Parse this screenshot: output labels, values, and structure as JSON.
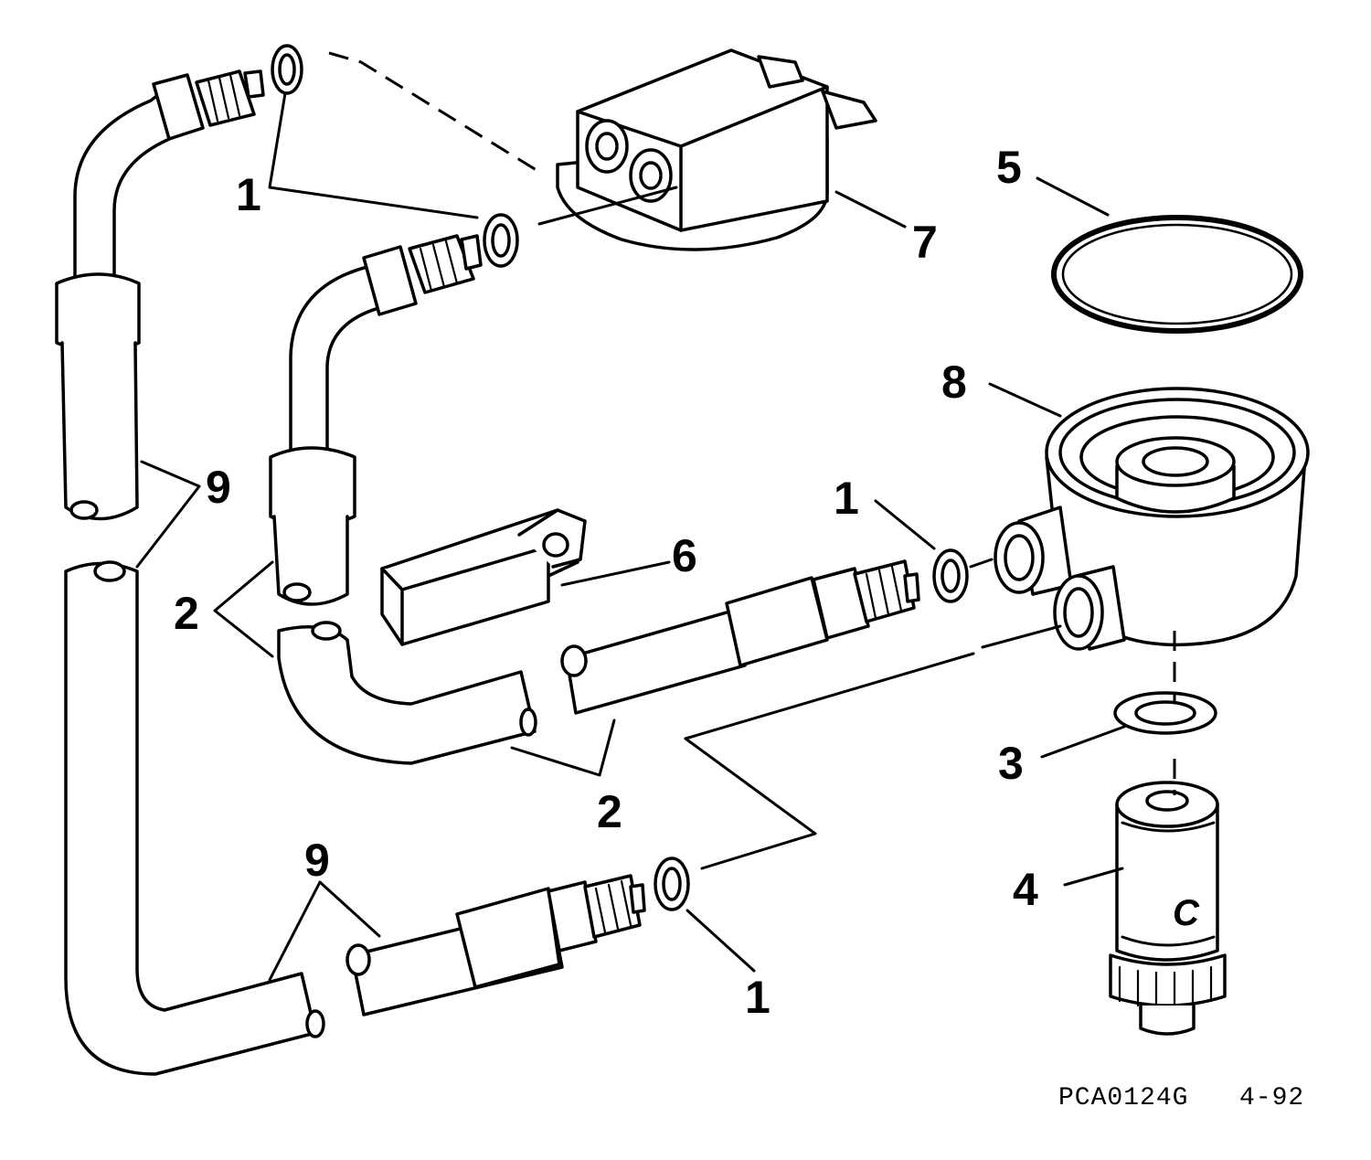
{
  "diagram": {
    "labels": {
      "o_ring_top": "1",
      "o_ring_mid": "1",
      "o_ring_right": "1",
      "o_ring_bottom": "1",
      "hose_clamp_left": "2",
      "hose_clamp_right": "2",
      "washer": "3",
      "adapter": "4",
      "gasket": "5",
      "clip": "6",
      "connector_block": "7",
      "filter_adapter": "8",
      "hose_upper": "9",
      "hose_lower": "9"
    },
    "drawing_code": "PCA0124G",
    "drawing_date": "4-92",
    "adapter_mark": "C"
  }
}
